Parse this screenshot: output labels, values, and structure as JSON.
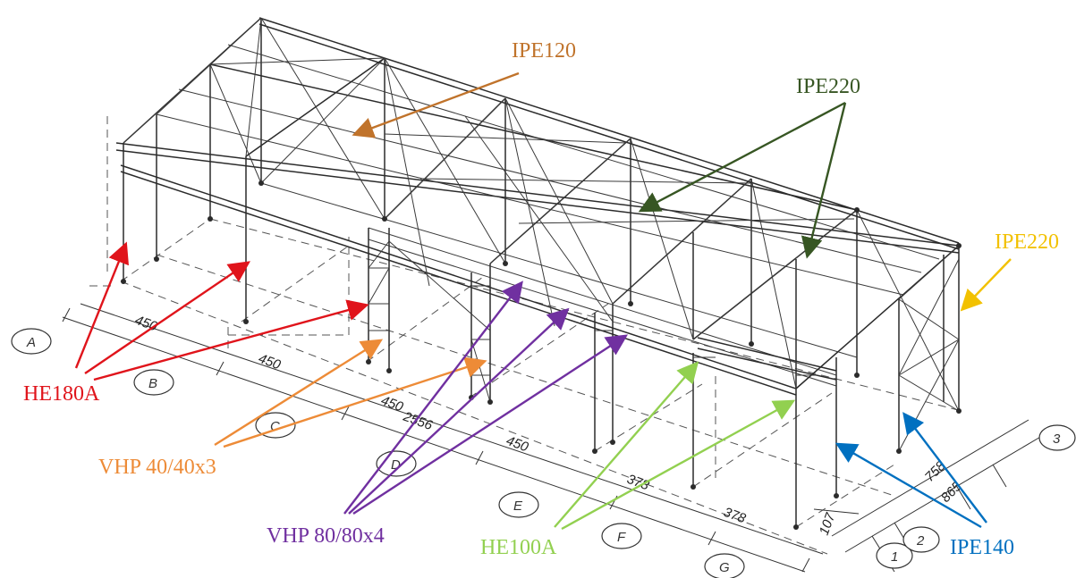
{
  "callouts": {
    "ipe120_top": {
      "label": "IPE120",
      "color": "#c0732b"
    },
    "ipe220_green": {
      "label": "IPE220",
      "color": "#375623"
    },
    "ipe220_yellow": {
      "label": "IPE220",
      "color": "#f2c100"
    },
    "he180a": {
      "label": "HE180A",
      "color": "#e0141b"
    },
    "vhp40": {
      "label": "VHP 40/40x3",
      "color": "#ed8b37"
    },
    "vhp80": {
      "label": "VHP 80/80x4",
      "color": "#7030a0"
    },
    "he100a": {
      "label": "HE100A",
      "color": "#92d050"
    },
    "ipe140": {
      "label": "IPE140",
      "color": "#0070c0"
    }
  },
  "grid_axes": {
    "A": "A",
    "B": "B",
    "C": "C",
    "D": "D",
    "E": "E",
    "F": "F",
    "G": "G",
    "axis_1": "1",
    "axis_2": "2",
    "axis_3": "3"
  },
  "dimensions": {
    "d1": "450",
    "d2": "450",
    "d3": "450",
    "d4": "450",
    "d5": "378",
    "d6": "378",
    "d_total": "2556",
    "d_758": "758",
    "d_865": "865",
    "d_107": "107"
  }
}
